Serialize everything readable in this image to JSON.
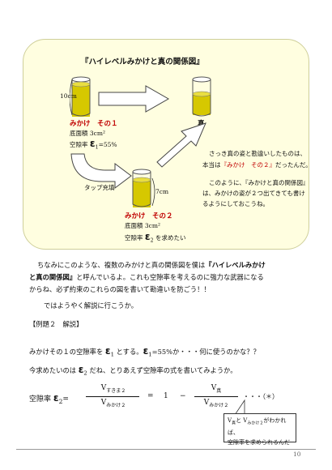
{
  "diagram": {
    "title": "『ハイレベルみかけと真の関係図』",
    "cyl1_height": "10cm",
    "mikake1_label": "みかけ　その１",
    "mikake1_area": "底面積 3cm²",
    "mikake1_void": "空隙率 ",
    "mikake1_void_sym": "ɛ",
    "mikake1_void_sub": "1",
    "mikake1_void_val": "=55%",
    "shin_label": "真",
    "tap_label": "タップ充填",
    "cyl2_height": "7cm",
    "mikake2_label": "みかけ　その２",
    "mikake2_area": "底面積 3cm²",
    "mikake2_void": "空隙率 ",
    "mikake2_void_sym": "ɛ",
    "mikake2_void_sub": "2",
    "mikake2_void_tail": " を求めたい",
    "note1": "さっき真の姿と勘違いしたものは、",
    "note2a": "本当は",
    "note2b": "『みかけ　その２』",
    "note2c": "だったんだ。",
    "note3": "このように、『みかけと真の関係図』",
    "note4": "は、みかけの姿が２つ出てきても書け",
    "note5": "るようにしておこうね。"
  },
  "body": {
    "p1a": "ちなみにこのような、複数のみかけと真の関係図を僕は",
    "p1b": "『ハイレベルみかけ",
    "p1c": "と真の関係図』",
    "p1d": "と呼んでいるよ。これも空隙率を考えるのに強力な武器になる",
    "p1e": "からね、必ず約束のこれらの図を書いて勘違いを防ごう！！",
    "p2": "ではようやく解説に行こうか。",
    "example": "【例題２　解説】",
    "p3a": "みかけその１の空隙率を ",
    "p3b": "ɛ",
    "p3c": "1",
    "p3d": " とする。",
    "p3e": "ɛ",
    "p3f": "1",
    "p3g": "=55%か・・・何に使うのかな？？",
    "p4a": "今求めたいのは ",
    "p4b": "ɛ",
    "p4c": "2",
    "p4d": " だね、とりあえず空隙率の式を書いてみようか。"
  },
  "formula": {
    "lhs": "空隙率 ",
    "lhs_sym": "ɛ",
    "lhs_sub": "2",
    "lhs_eq": "=",
    "num1": "V",
    "num1_sub": "すきま２",
    "den1": "V",
    "den1_sub": "みかけ２",
    "eq2": "=",
    "one": "1",
    "minus": "−",
    "num2": "V",
    "num2_sub": "真",
    "den2": "V",
    "den2_sub": "みかけ２",
    "tag": "・・・（＊）",
    "callout1a": "V",
    "callout1b": "真",
    "callout1c": "と V",
    "callout1d": "みかけ２",
    "callout1e": "がわかれば、",
    "callout2": "空隙率を求められるんだ"
  },
  "footer": {
    "page": "10"
  },
  "colors": {
    "liquid": "#d6c800",
    "panel": "#fffee0",
    "red": "#c00000"
  }
}
